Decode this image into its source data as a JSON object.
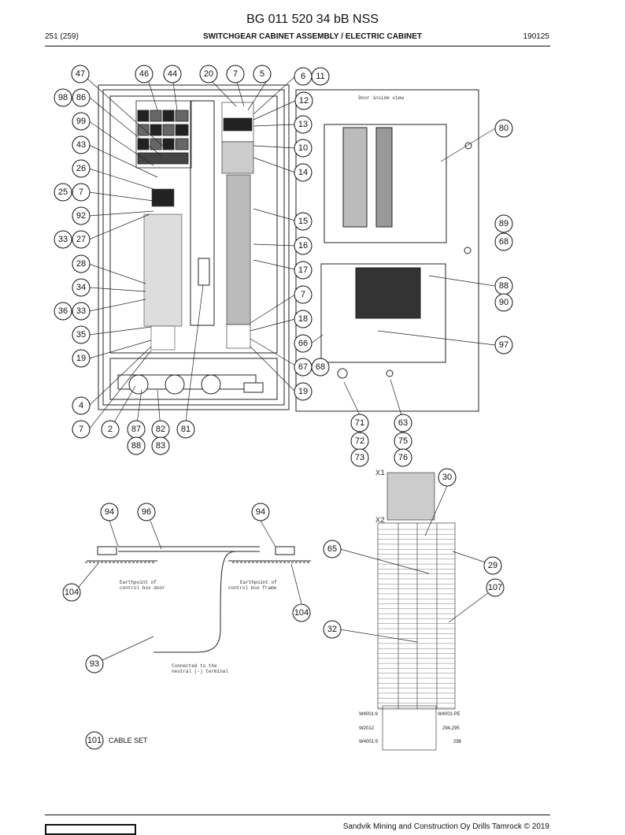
{
  "header": {
    "title": "BG 011 520 34 bB NSS",
    "page": "251 (259)",
    "section": "SWITCHGEAR CABINET ASSEMBLY / ELECTRIC CABINET",
    "code": "190125"
  },
  "door_view_label": "Door inside view",
  "earthpoint_door": "Earthpoint of\ncontrol box door",
  "earthpoint_frame": "Earthpoint of\ncontrol box frame",
  "neutral_label": "Connected to the\nneutral (-) terminal",
  "cable_set_label": "CABLE SET",
  "terminal_labels": {
    "x1": "X1",
    "x2": "X2",
    "w4001_8": "W4001:8",
    "w4001_pe": "W4001:PE",
    "w2012": "W2012",
    "w2012_val": "294,295",
    "w4001_9": "W4001:9",
    "w4001_9_val": "296"
  },
  "footer": {
    "copyright": "Sandvik Mining and Construction Oy Drills Tamrock © 2019"
  },
  "callouts": [
    "47",
    "46",
    "44",
    "20",
    "7",
    "5",
    "6",
    "11",
    "98",
    "86",
    "12",
    "99",
    "13",
    "80",
    "43",
    "10",
    "26",
    "14",
    "25",
    "7",
    "92",
    "15",
    "89",
    "33",
    "27",
    "68",
    "16",
    "28",
    "17",
    "88",
    "34",
    "7",
    "90",
    "36",
    "33",
    "18",
    "35",
    "66",
    "97",
    "19",
    "67",
    "68",
    "19",
    "4",
    "7",
    "2",
    "87",
    "82",
    "81",
    "88",
    "83",
    "71",
    "63",
    "72",
    "75",
    "73",
    "76",
    "30",
    "94",
    "96",
    "94",
    "65",
    "29",
    "104",
    "107",
    "104",
    "32",
    "93",
    "101"
  ]
}
